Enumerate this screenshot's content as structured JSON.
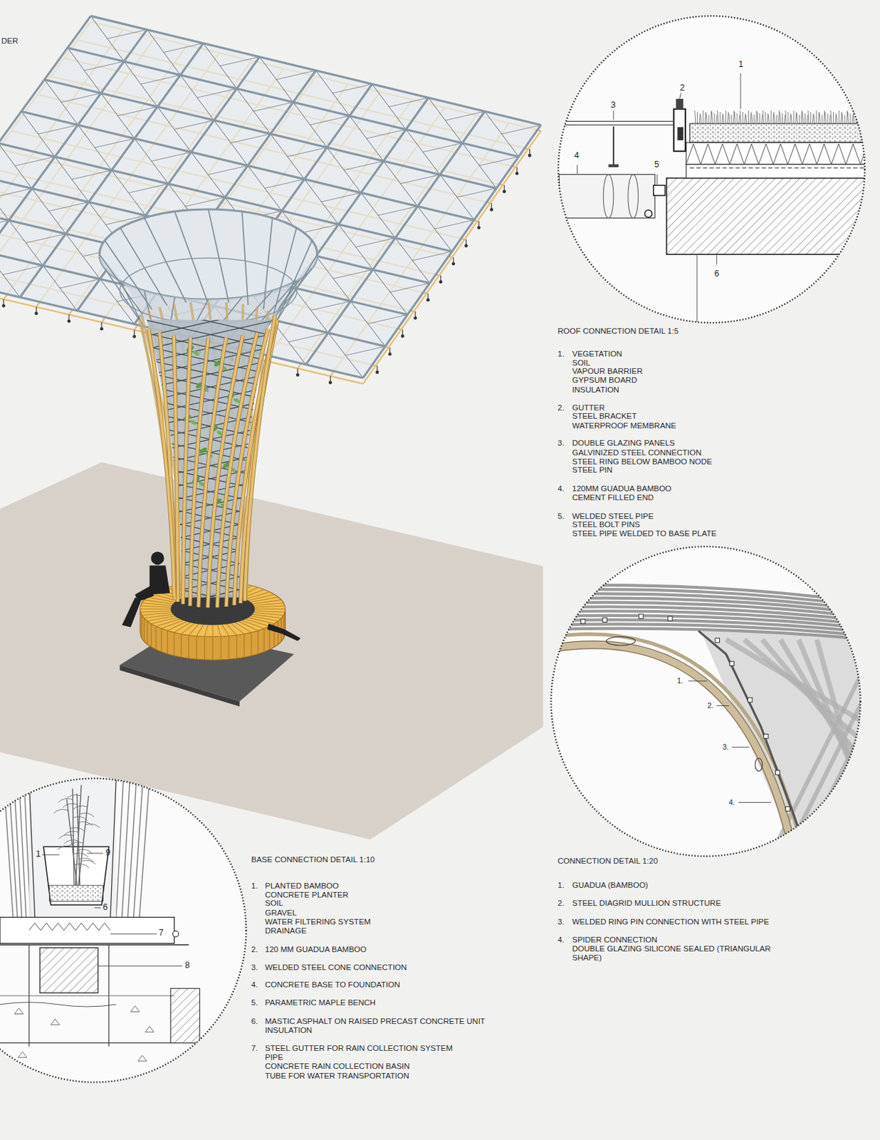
{
  "diagram": {
    "labels": [
      "DER",
      "1",
      "2",
      "3",
      "4",
      "5",
      "6",
      "ROOF CONNECTION DETAIL 1:5",
      "1.",
      "VEGETATION",
      "SOIL",
      "VAPOUR BARRIER",
      "GYPSUM BOARD",
      "INSULATION",
      "2.",
      "GUTTER",
      "STEEL BRACKET",
      "WATERPROOF MEMBRANE",
      "3.",
      "DOUBLE GLAZING PANELS",
      "GALVINIZED STEEL CONNECTION",
      "STEEL RING BELOW BAMBOO NODE",
      "STEEL PIN",
      "4.",
      "120MM GUADUA BAMBOO",
      "CEMENT FILLED END",
      "5.",
      "WELDED STEEL PIPE",
      "STEEL BOLT PINS",
      "STEEL PIPE WELDED TO BASE PLATE",
      "1.",
      "2.",
      "3.",
      "4.",
      "CONNECTION DETAIL 1:20",
      "1.",
      "GUADUA (BAMBOO)",
      "2.",
      "STEEL DIAGRID MULLION STRUCTURE",
      "3.",
      "WELDED RING PIN CONNECTION WITH STEEL PIPE",
      "4.",
      "SPIDER CONNECTION",
      "DOUBLE GLAZING SILICONE SEALED (TRIANGULAR SHAPE)",
      "1",
      "9",
      "6",
      "7",
      "8",
      "BASE CONNECTION DETAIL 1:10",
      "1.",
      "PLANTED BAMBOO",
      "CONCRETE PLANTER",
      "SOIL",
      "GRAVEL",
      "WATER FILTERING SYSTEM",
      "DRAINAGE",
      "2.",
      "120 MM GUADUA BAMBOO",
      "3.",
      "WELDED STEEL CONE CONNECTION",
      "4.",
      "CONCRETE BASE TO FOUNDATION",
      "5.",
      "PARAMETRIC MAPLE BENCH",
      "6.",
      "MASTIC ASPHALT ON RAISED PRECAST CONCRETE UNIT",
      "INSULATION",
      "7.",
      "STEEL GUTTER FOR RAIN COLLECTION SYSTEM",
      "PIPE",
      "CONCRETE RAIN COLLECTION BASIN",
      "TUBE FOR WATER TRANSPORTATION"
    ]
  }
}
